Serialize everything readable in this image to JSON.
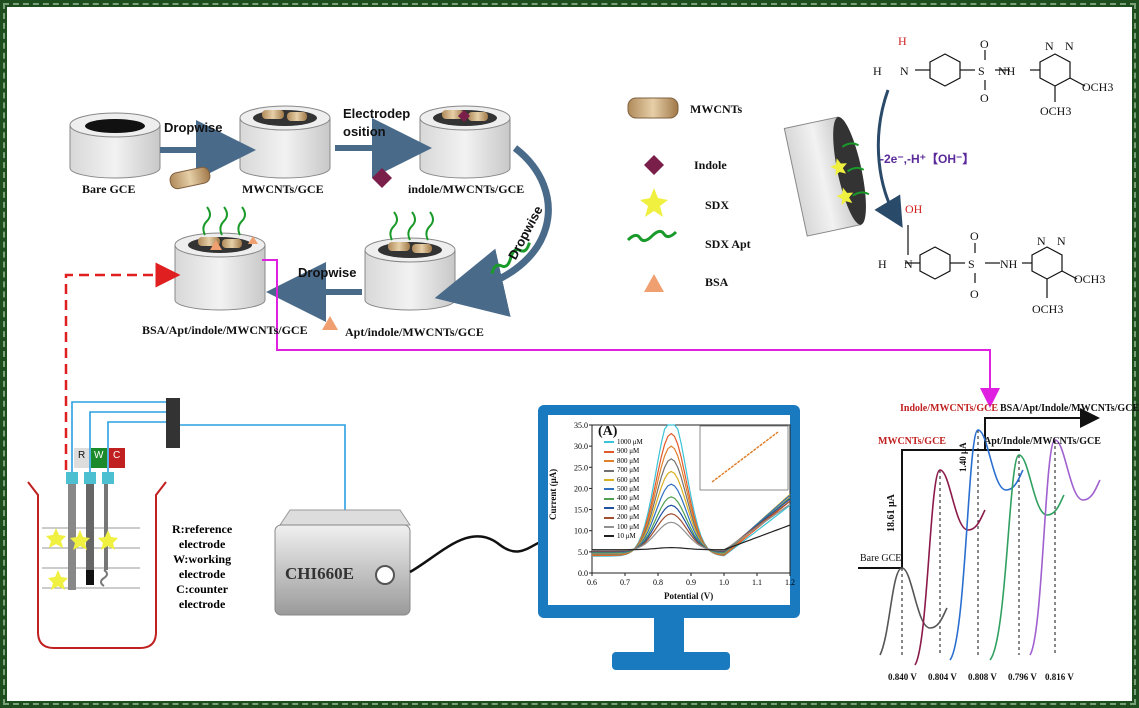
{
  "electrodes": {
    "bare": "Bare GCE",
    "mwcnts": "MWCNTs/GCE",
    "indole": "indole/MWCNTs/GCE",
    "apt": "Apt/indole/MWCNTs/GCE",
    "bsa": "BSA/Apt/indole/MWCNTs/GCE"
  },
  "steps": {
    "dropwise1": "Dropwise",
    "electrodep_line1": "Electrodep",
    "electrodep_line2": "osition",
    "dropwise2": "Dropwise",
    "dropwise3": "Dropwise"
  },
  "legend": {
    "mwcnts": "MWCNTs",
    "indole": "Indole",
    "sdx": "SDX",
    "sdx_apt": "SDX Apt",
    "bsa": "BSA"
  },
  "reaction": {
    "condition": "-2e⁻,-H⁺【OH⁻】",
    "och3_a": "OCH3",
    "och3_b": "OCH3",
    "och3_c": "OCH3",
    "och3_d": "OCH3"
  },
  "cell": {
    "r": "R",
    "w": "W",
    "c": "C",
    "desc": [
      "R:reference",
      "electrode",
      "W:working",
      "electrode",
      "C:counter",
      "electrode"
    ]
  },
  "instrument": "CHI660E",
  "chart_data": [
    {
      "type": "line",
      "panel": "(A)",
      "xlabel": "Potential (V)",
      "ylabel": "Current (μA)",
      "xlim": [
        0.6,
        1.2
      ],
      "ylim": [
        0,
        35
      ],
      "xticks": [
        "0.6",
        "0.7",
        "0.8",
        "0.9",
        "1.0",
        "1.1",
        "1.2"
      ],
      "yticks": [
        "0.0",
        "5.0",
        "10.0",
        "15.0",
        "20.0",
        "25.0",
        "30.0",
        "35.0"
      ],
      "peak_potential": 0.84,
      "series": [
        {
          "name": "1000 μM",
          "color": "#3bc3d8",
          "peak": 37.0
        },
        {
          "name": "900 μM",
          "color": "#e05a2a",
          "peak": 33.0
        },
        {
          "name": "800 μM",
          "color": "#e0802a",
          "peak": 30.0
        },
        {
          "name": "700 μM",
          "color": "#707070",
          "peak": 27.0
        },
        {
          "name": "600 μM",
          "color": "#d8b020",
          "peak": 24.0
        },
        {
          "name": "500 μM",
          "color": "#3070c0",
          "peak": 21.0
        },
        {
          "name": "400 μM",
          "color": "#50a050",
          "peak": 18.0
        },
        {
          "name": "300 μM",
          "color": "#2050a0",
          "peak": 16.0
        },
        {
          "name": "200 μM",
          "color": "#a05030",
          "peak": 14.0
        },
        {
          "name": "100 μM",
          "color": "#909090",
          "peak": 12.0
        },
        {
          "name": "10 μM",
          "color": "#202020",
          "peak": 6.0
        }
      ]
    },
    {
      "type": "line",
      "title_labels": [
        "Indole/MWCNTs/GCE",
        "BSA/Apt/Indole/MWCNTs/GCE",
        "MWCNTs/GCE",
        "Apt/Indole/MWCNTs/GCE",
        "Bare GCE"
      ],
      "annotations": [
        "18.61 μA",
        "1.40 μA"
      ],
      "series": [
        {
          "name": "Bare GCE",
          "color": "#555555",
          "peak_potential": "0.840 V"
        },
        {
          "name": "MWCNTs/GCE",
          "color": "#8b1a4a",
          "peak_potential": "0.804 V"
        },
        {
          "name": "Indole/MWCNTs/GCE",
          "color": "#2a6fd0",
          "peak_potential": "0.808 V"
        },
        {
          "name": "Apt/Indole/MWCNTs/GCE",
          "color": "#30a060",
          "peak_potential": "0.796 V"
        },
        {
          "name": "BSA/Apt/Indole/MWCNTs/GCE",
          "color": "#a060d0",
          "peak_potential": "0.816 V"
        }
      ]
    }
  ]
}
